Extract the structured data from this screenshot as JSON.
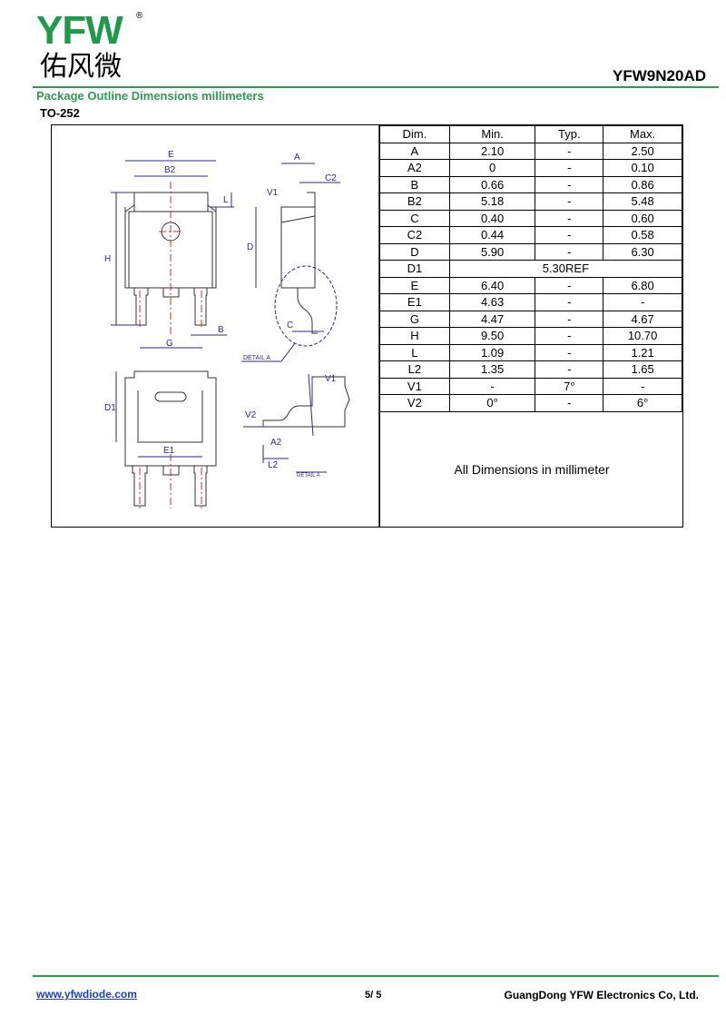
{
  "header": {
    "logo_text": "YFW",
    "logo_cn": "佑风微",
    "registered": "®",
    "part_number": "YFW9N20AD"
  },
  "section": {
    "title": "Package Outline Dimensions millimeters",
    "package": "TO-252"
  },
  "drawing": {
    "labels": {
      "E": "E",
      "B2": "B2",
      "L": "L",
      "H": "H",
      "G": "G",
      "B": "B",
      "A": "A",
      "C2": "C2",
      "D": "D",
      "V1a": "V1",
      "C": "C",
      "detail": "DETAIL A",
      "D1": "D1",
      "E1": "E1",
      "V1": "V1",
      "V2": "V2",
      "A2": "A2",
      "L2": "L2",
      "detail2": "DETAIL A"
    },
    "line_color": "#2b2b8a",
    "center_color": "#d0302a"
  },
  "table": {
    "headers": [
      "Dim.",
      "Min.",
      "Typ.",
      "Max."
    ],
    "rows": [
      [
        "A",
        "2.10",
        "-",
        "2.50"
      ],
      [
        "A2",
        "0",
        "-",
        "0.10"
      ],
      [
        "B",
        "0.66",
        "-",
        "0.86"
      ],
      [
        "B2",
        "5.18",
        "-",
        "5.48"
      ],
      [
        "C",
        "0.40",
        "-",
        "0.60"
      ],
      [
        "C2",
        "0.44",
        "-",
        "0.58"
      ],
      [
        "D",
        "5.90",
        "-",
        "6.30"
      ],
      [
        "D1",
        "5.30REF"
      ],
      [
        "E",
        "6.40",
        "-",
        "6.80"
      ],
      [
        "E1",
        "4.63",
        "-",
        "-"
      ],
      [
        "G",
        "4.47",
        "-",
        "4.67"
      ],
      [
        "H",
        "9.50",
        "-",
        "10.70"
      ],
      [
        "L",
        "1.09",
        "-",
        "1.21"
      ],
      [
        "L2",
        "1.35",
        "-",
        "1.65"
      ],
      [
        "V1",
        "-",
        "7°",
        "-"
      ],
      [
        "V2",
        "0°",
        "-",
        "6°"
      ]
    ],
    "note": "All Dimensions in millimeter"
  },
  "footer": {
    "website": "www.yfwdiode.com",
    "page": "5/ 5",
    "company": "GuangDong YFW Electronics Co, Ltd."
  }
}
